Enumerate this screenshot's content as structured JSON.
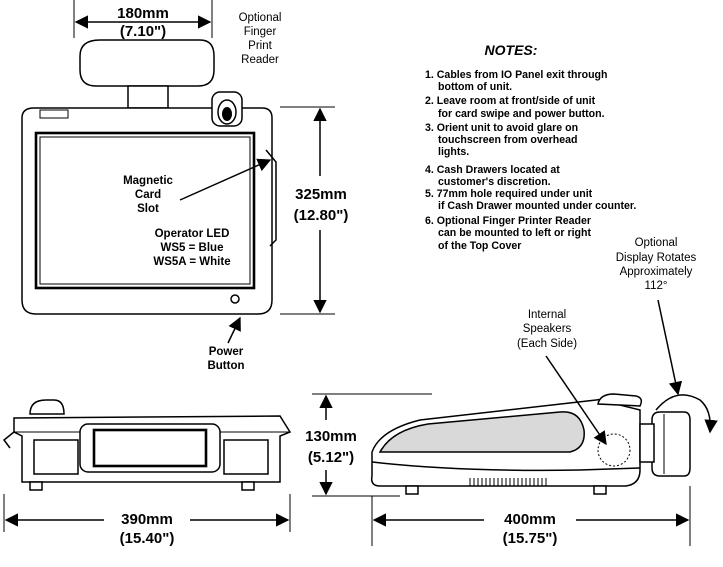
{
  "dimensions": {
    "width_top": {
      "mm": "180mm",
      "in": "(7.10\")"
    },
    "height_front": {
      "mm": "325mm",
      "in": "(12.80\")"
    },
    "height_side": {
      "mm": "130mm",
      "in": "(5.12\")"
    },
    "width_bottom_left": {
      "mm": "390mm",
      "in": "(15.40\")"
    },
    "width_bottom_right": {
      "mm": "400mm",
      "in": "(15.75\")"
    }
  },
  "labels": {
    "finger_print": [
      "Optional",
      "Finger",
      "Print",
      "Reader"
    ],
    "magnetic_card": [
      "Magnetic",
      "Card",
      "Slot"
    ],
    "operator_led": [
      "Operator LED",
      "WS5 = Blue",
      "WS5A = White"
    ],
    "power_button": [
      "Power",
      "Button"
    ],
    "internal_speakers": [
      "Internal",
      "Speakers",
      "(Each Side)"
    ],
    "display_rotates": [
      "Optional",
      "Display Rotates",
      "Approximately",
      "112°"
    ]
  },
  "notes": {
    "title": "NOTES:",
    "lines": [
      "1. Cables from IO Panel exit through",
      "bottom of unit.",
      "2. Leave room at front/side of unit",
      "for card swipe and power button.",
      "3. Orient unit to avoid glare on",
      "touchscreen from overhead",
      "lights.",
      "4. Cash Drawers located at",
      "customer's discretion.",
      "5. 77mm hole required under unit",
      "if Cash Drawer mounted under counter.",
      "6. Optional Finger Printer Reader",
      "can be mounted to left or right",
      "of the Top Cover"
    ]
  }
}
